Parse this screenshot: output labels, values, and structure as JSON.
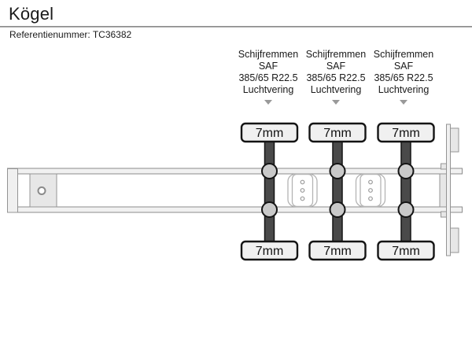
{
  "page": {
    "title": "Kögel",
    "reference": "Referentienummer: TC36382"
  },
  "axles": [
    {
      "specs": [
        "Schijfremmen",
        "SAF",
        "385/65 R22.5",
        "Luchtvering"
      ],
      "tread_top": "7mm",
      "tread_bottom": "7mm"
    },
    {
      "specs": [
        "Schijfremmen",
        "SAF",
        "385/65 R22.5",
        "Luchtvering"
      ],
      "tread_top": "7mm",
      "tread_bottom": "7mm"
    },
    {
      "specs": [
        "Schijfremmen",
        "SAF",
        "385/65 R22.5",
        "Luchtvering"
      ],
      "tread_top": "7mm",
      "tread_bottom": "7mm"
    }
  ],
  "colors": {
    "background": "#ffffff",
    "text": "#1a1a1a",
    "axle_bar": "#4a4a4a",
    "hub_fill": "#c9c9c9",
    "tread_box_fill": "#f0f0f0",
    "outline_dark": "#141414",
    "chassis_stroke": "#8c8c8c",
    "chassis_fill": "#f1f1f1",
    "chevron": "#999999"
  }
}
